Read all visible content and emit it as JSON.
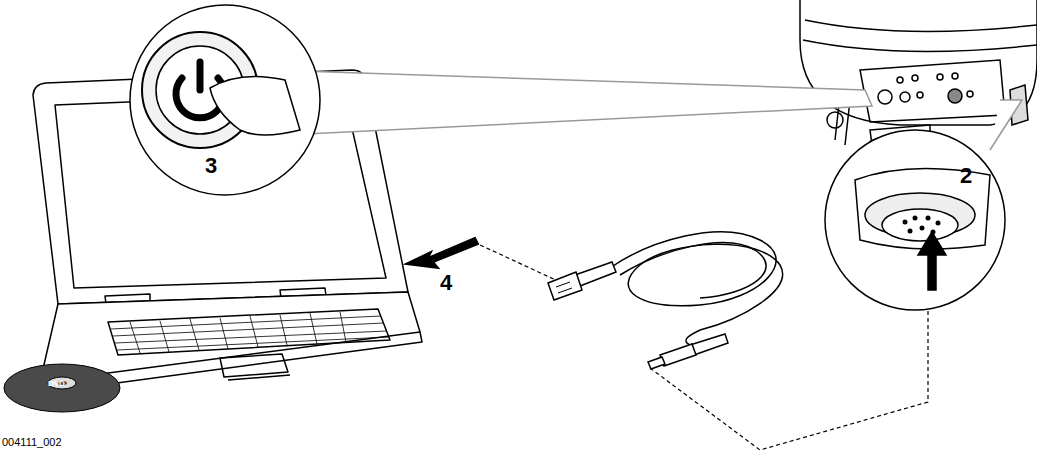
{
  "diagram": {
    "labels": [
      "3",
      "2",
      "4",
      "DVD",
      "004111_002"
    ]
  }
}
